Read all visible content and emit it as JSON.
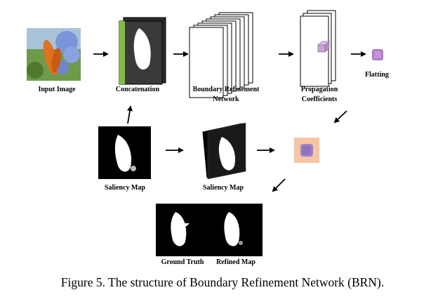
{
  "labels": {
    "input_image": "Input Image",
    "concatenation": "Concatenation",
    "brn_line1": "Boundary Refinement",
    "brn_line2": "Network",
    "propagation_line1": "Propagation",
    "propagation_line2": "Coefficients",
    "flatting": "Flatting",
    "saliency_map_1": "Saliency Map",
    "saliency_map_2": "Saliency Map",
    "ground_truth": "Ground Truth",
    "refined_map": "Refined Map"
  },
  "caption": "Figure 5. The structure of Boundary Refinement Network (BRN).",
  "colors": {
    "arrow": "#000000",
    "cube": "#c9a3d6",
    "cube_border": "#9a6fae",
    "flatting_patch": "#b07cc6",
    "kernel_background": "#f6c6a4",
    "kernel_center": "#9b83c9",
    "concat_stripe": "#7fbf3f"
  }
}
